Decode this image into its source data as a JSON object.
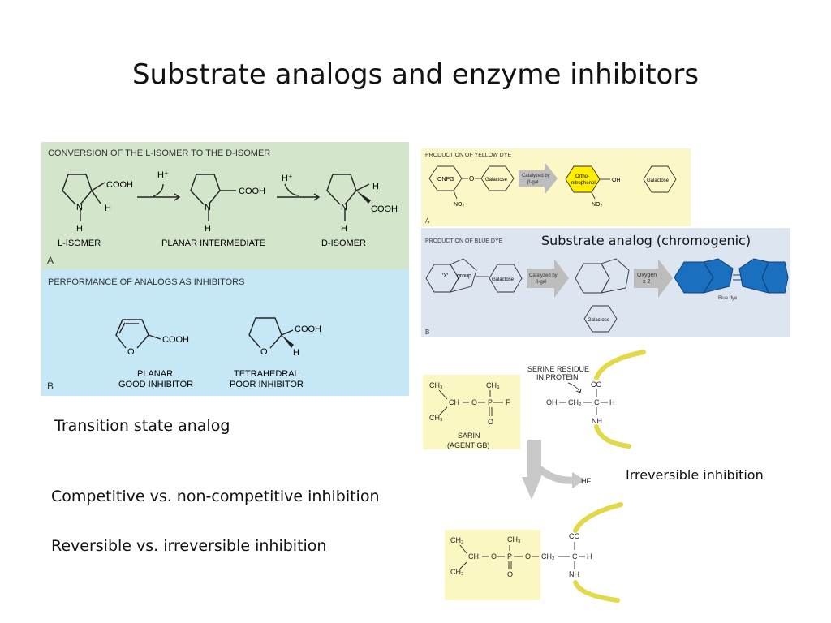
{
  "slide": {
    "title": "Substrate analogs and enzyme inhibitors",
    "bullets": {
      "transition": "Transition state analog",
      "competitive": "Competitive vs. non-competitive inhibition",
      "reversible": "Reversible vs. irreversible inhibition"
    },
    "captions": {
      "chromogenic": "Substrate analog (chromogenic)",
      "irreversible": "Irreversible inhibition"
    }
  },
  "figure_left": {
    "panel_a": {
      "heading": "CONVERSION OF THE L-ISOMER TO THE D-ISOMER",
      "letter": "A",
      "cooh": "COOH",
      "h": "H",
      "n": "N",
      "h_plus": "H⁺",
      "l_isomer": "L-ISOMER",
      "planar_intermediate": "PLANAR INTERMEDIATE",
      "d_isomer": "D-ISOMER",
      "bg": "#d3e6cc"
    },
    "panel_b": {
      "heading": "PERFORMANCE  OF ANALOGS AS INHIBITORS",
      "letter": "B",
      "cooh": "COOH",
      "o": "O",
      "h": "H",
      "planar": "PLANAR",
      "good": "GOOD INHIBITOR",
      "tetrahedral": "TETRAHEDRAL",
      "poor": "POOR INHIBITOR",
      "bg": "#c6e7f5"
    }
  },
  "figure_right": {
    "yellow": {
      "heading": "PRODUCTION OF YELLOW DYE",
      "letter": "A",
      "onpg": "ONPG",
      "o": "O",
      "galactose": "Galactose",
      "no2": "NO₂",
      "catalyzed1": "Catalyzed by",
      "catalyzed2": "β-gal",
      "ortho1": "Ortho-",
      "ortho2": "nitrophenol",
      "oh": "OH",
      "bg": "#fbf7c7",
      "hex_color": "#ffee00"
    },
    "blue": {
      "heading": "PRODUCTION OF BLUE DYE",
      "letter": "B",
      "x": "'X'",
      "group": "group",
      "galactose": "Galactose",
      "catalyzed1": "Catalyzed by",
      "catalyzed2": "β-gal",
      "oxygen1": "Oxygen",
      "oxygen2": "x 2",
      "blue_dye": "Blue dye",
      "bg": "#dde5f1",
      "dye_color": "#1a6fbf"
    },
    "sarin": {
      "ch3": "CH₃",
      "ch": "CH",
      "o": "O",
      "p": "P",
      "f": "F",
      "sarin1": "SARIN",
      "sarin2": "(AGENT GB)",
      "serine1": "SERINE RESIDUE",
      "serine2": "IN PROTEIN",
      "co": "CO",
      "oh": "OH",
      "ch2": "CH₂",
      "c": "C",
      "h": "H",
      "nh": "NH",
      "hf": "HF",
      "highlight": "#fbf7c2",
      "protein_color": "#e2d94a"
    }
  }
}
